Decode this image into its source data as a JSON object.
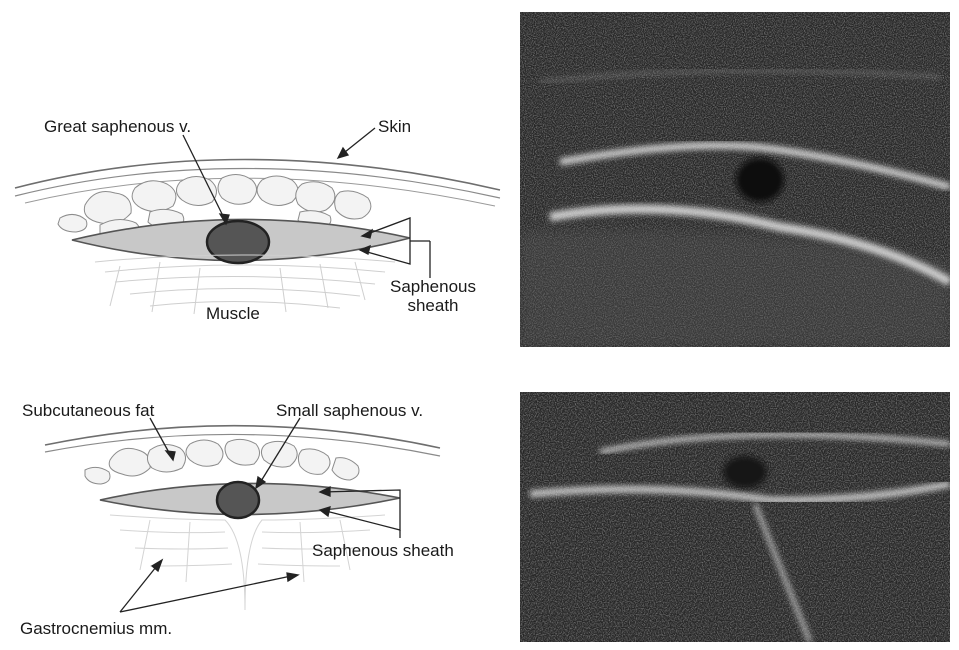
{
  "top_diagram": {
    "labels": {
      "vein": "Great saphenous v.",
      "skin": "Skin",
      "sheath_line1": "Saphenous",
      "sheath_line2": "sheath",
      "muscle": "Muscle"
    }
  },
  "bottom_diagram": {
    "labels": {
      "fat": "Subcutaneous fat",
      "vein": "Small saphenous v.",
      "sheath": "Saphenous sheath",
      "muscle": "Gastrocnemius mm."
    }
  },
  "colors": {
    "skin_line": "#6e6e6e",
    "sheath_fill": "#c8c8c8",
    "vein_fill": "#555555",
    "ultrasound_bg": "#1e1e1e",
    "echo_bright": "#e6e6e6"
  }
}
